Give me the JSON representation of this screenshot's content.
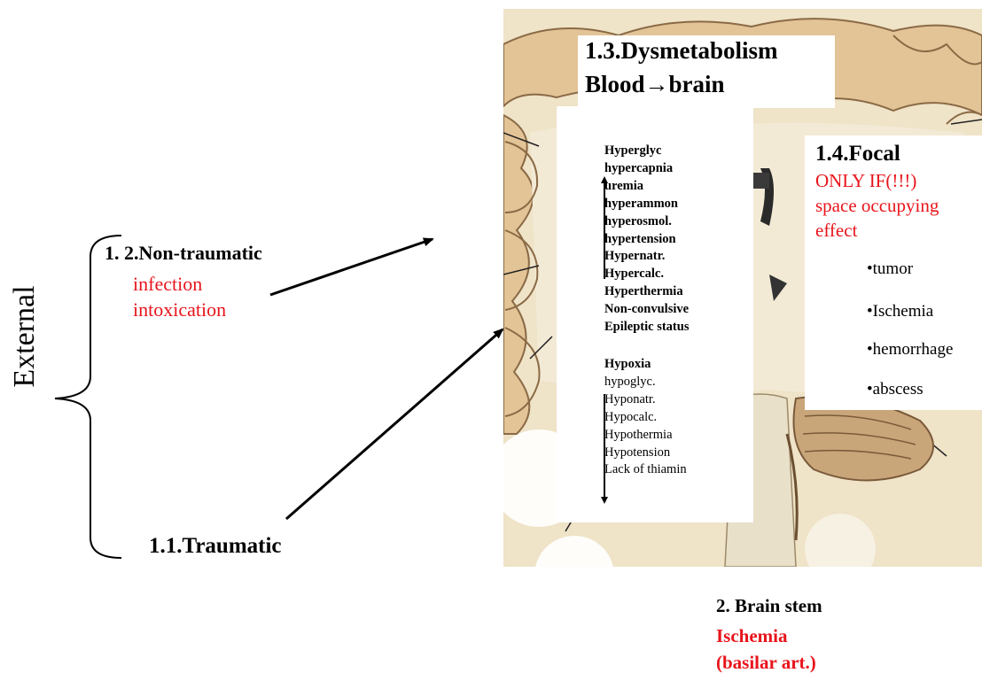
{
  "external": {
    "label": "External"
  },
  "non_traumatic": {
    "heading": "1. 2.Non-traumatic",
    "items": [
      "infection",
      "intoxication"
    ]
  },
  "traumatic": {
    "label": "1.1.Traumatic"
  },
  "dysmetabolism": {
    "title_line1": "1.3.Dysmetabolism",
    "title_line2": "Blood→brain",
    "hyper_items": [
      "Hyperglyc",
      "hypercapnia",
      "uremia",
      "hyperammon",
      "hyperosmol.",
      "hypertension",
      "Hypernatr.",
      "Hypercalc.",
      "Hyperthermia",
      "Non-convulsive",
      "Epileptic status"
    ],
    "hypo_items": [
      "Hypoxia",
      "hypoglyc.",
      "Hyponatr.",
      "Hypocalc.",
      "Hypothermia",
      "Hypotension",
      "Lack of thiamin"
    ]
  },
  "focal": {
    "title": "1.4.Focal",
    "condition_lines": [
      "ONLY IF(!!!)",
      "space occupying",
      "effect"
    ],
    "items": [
      "•tumor",
      "•Ischemia",
      "•hemorrhage",
      "•abscess"
    ]
  },
  "brain_stem": {
    "title": "2. Brain stem",
    "cause_lines": [
      "Ischemia",
      "(basilar art.)"
    ]
  },
  "colors": {
    "accent_red": "#e8141b",
    "illustration_tan": "#e7cfa9",
    "illustration_gray": "#e9e4d6"
  }
}
